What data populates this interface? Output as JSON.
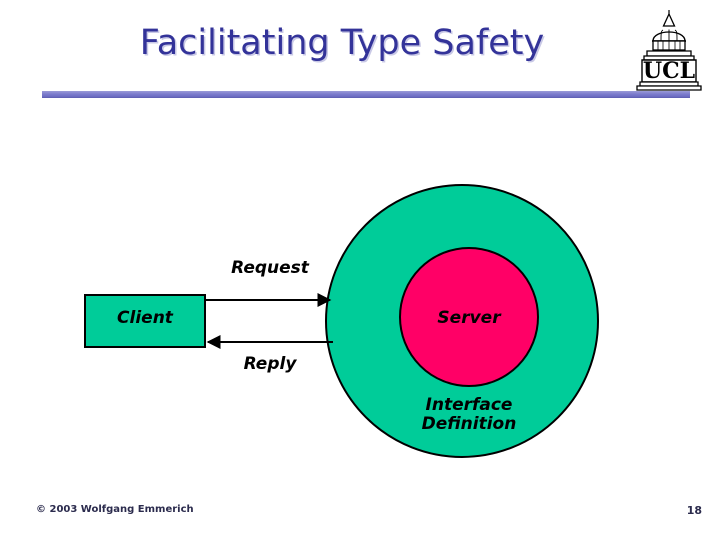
{
  "slide": {
    "title": "Facilitating Type Safety",
    "page_number": "18",
    "copyright": "© 2003 Wolfgang Emmerich",
    "logo_text": "UCL",
    "logo_name": "ucl-logo"
  },
  "colors": {
    "title_text": "#333399",
    "title_shadow": "#C9C9E6",
    "rule_light": "#9A9AD8",
    "rule_dark": "#5B5BB0",
    "shape_green": "#00CC99",
    "shape_pink": "#FF0066",
    "outline": "#000000",
    "footer_text": "#2B2B4D",
    "background": "#FFFFFF"
  },
  "diagram": {
    "type": "client-server-interface-diagram",
    "nodes": [
      {
        "id": "client",
        "label": "Client",
        "shape": "rectangle",
        "fill": "#00CC99",
        "stroke": "#000000"
      },
      {
        "id": "interface_definition",
        "label": "Interface\nDefinition",
        "label_line1": "Interface",
        "label_line2": "Definition",
        "shape": "circle",
        "fill": "#00CC99",
        "stroke": "#000000"
      },
      {
        "id": "server",
        "label": "Server",
        "shape": "circle",
        "fill": "#FF0066",
        "stroke": "#000000"
      }
    ],
    "edges": [
      {
        "id": "request",
        "label": "Request",
        "from": "client",
        "to": "interface_definition",
        "direction": "right"
      },
      {
        "id": "reply",
        "label": "Reply",
        "from": "interface_definition",
        "to": "client",
        "direction": "left"
      }
    ]
  }
}
